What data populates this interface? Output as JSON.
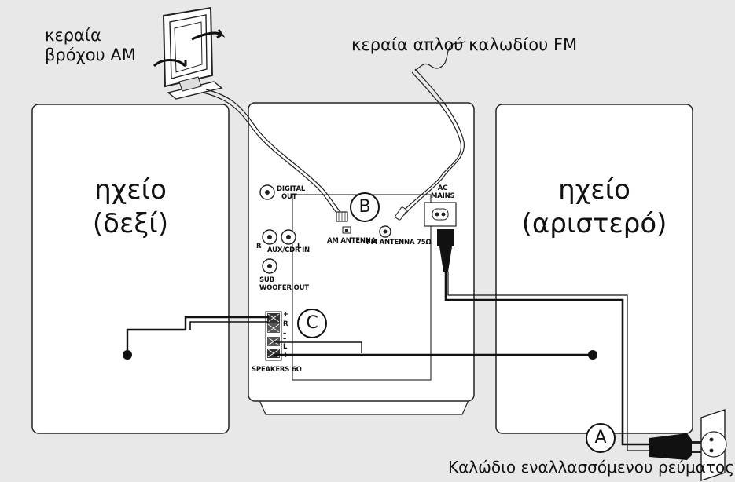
{
  "callouts": {
    "am_antenna": [
      "κεραία",
      "βρόχου AM"
    ],
    "fm_antenna": "κεραία απλού καλωδίου FM",
    "ac_cable": "Καλώδιο εναλλασσόμενου ρεύματος"
  },
  "speakers": {
    "right": [
      "ηχείο",
      "(δεξί)"
    ],
    "left": [
      "ηχείο",
      "(αριστερό)"
    ]
  },
  "badges": {
    "a": "A",
    "b": "B",
    "c": "C"
  },
  "panel_labels": {
    "digital_out": [
      "DIGITAL",
      "OUT"
    ],
    "ac_mains": [
      "AC",
      "MAINS"
    ],
    "am_antenna": "AM ANTENNA",
    "fm_antenna": "FM ANTENNA 75Ω",
    "aux_cdr_in": "AUX/CDR IN",
    "aux_r": "R",
    "aux_l": "L",
    "subwoofer_out": [
      "SUB",
      "WOOFER OUT"
    ],
    "speakers": "SPEAKERS 6Ω",
    "terminal_plus_top": "+",
    "terminal_r": "R",
    "terminal_minus_top": "–",
    "terminal_minus_bottom": "–",
    "terminal_l": "L",
    "terminal_plus_bottom": "+"
  }
}
